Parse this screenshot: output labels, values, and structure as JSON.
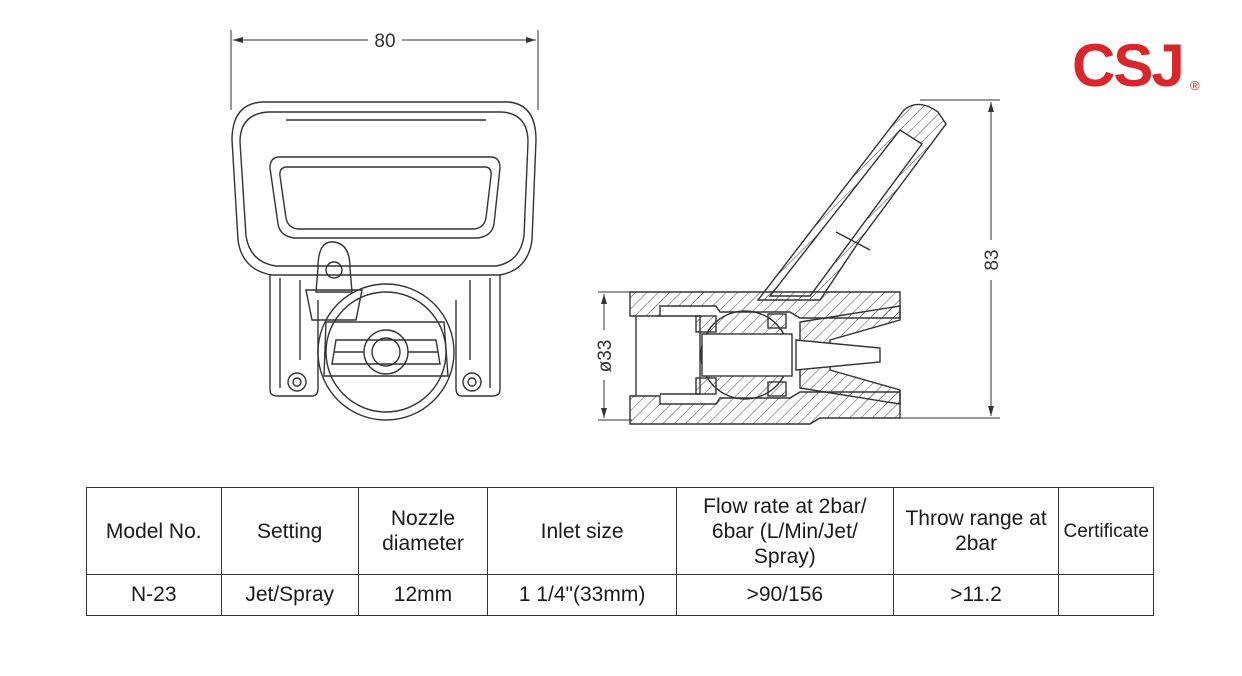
{
  "brand": {
    "logo_text": "CSJ",
    "registered_mark": "®",
    "color": "#d8262b"
  },
  "drawing": {
    "dim_width": "80",
    "dim_height": "83",
    "dim_inlet": "ø33"
  },
  "table": {
    "headers": [
      "Model No.",
      "Setting",
      "Nozzle diameter",
      "Inlet size",
      "Flow rate at 2bar/ 6bar (L/Min/Jet/ Spray)",
      "Throw range at 2bar",
      "Certificate"
    ],
    "rows": [
      [
        "N-23",
        "Jet/Spray",
        "12mm",
        "1 1/4\"(33mm)",
        ">90/156",
        ">11.2",
        ""
      ]
    ]
  }
}
